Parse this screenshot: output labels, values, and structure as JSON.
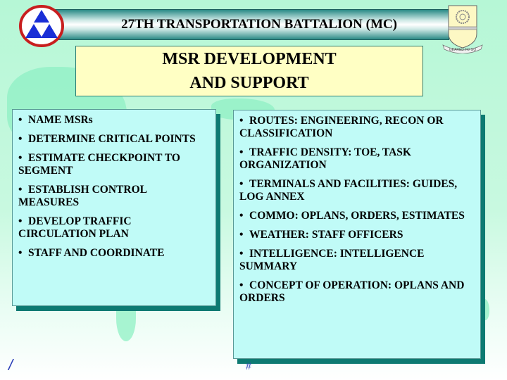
{
  "header": {
    "title": "27TH TRANSPORTATION BATTALION (MC)",
    "left_logo": "transportation-corps-triangle-emblem",
    "right_logo": "unit-crest-shield",
    "crest_motto": "GEARED TO GO"
  },
  "slide_title": {
    "line1": "MSR DEVELOPMENT",
    "line2": "AND SUPPORT"
  },
  "left_panel": {
    "items": [
      "NAME MSRs",
      "DETERMINE CRITICAL POINTS",
      "ESTIMATE CHECKPOINT TO SEGMENT",
      "ESTABLISH CONTROL MEASURES",
      "DEVELOP TRAFFIC CIRCULATION PLAN",
      "STAFF AND COORDINATE"
    ]
  },
  "right_panel": {
    "items": [
      "ROUTES: ENGINEERING, RECON OR CLASSIFICATION",
      "TRAFFIC DENSITY: TOE, TASK ORGANIZATION",
      "TERMINALS AND FACILITIES: GUIDES, LOG ANNEX",
      "COMMO: OPLANS, ORDERS, ESTIMATES",
      "WEATHER: STAFF OFFICERS",
      "INTELLIGENCE: INTELLIGENCE SUMMARY",
      "CONCEPT OF OPERATION: OPLANS AND ORDERS"
    ]
  },
  "footer": {
    "left_mark": "/",
    "center_mark": "#"
  },
  "colors": {
    "background": "#b6f7d6",
    "title_box": "#ffffc4",
    "panel": "#c0fbf7",
    "panel_shadow": "#0d7a72",
    "emblem_blue": "#1a2fd6",
    "emblem_red": "#c81e1e"
  }
}
